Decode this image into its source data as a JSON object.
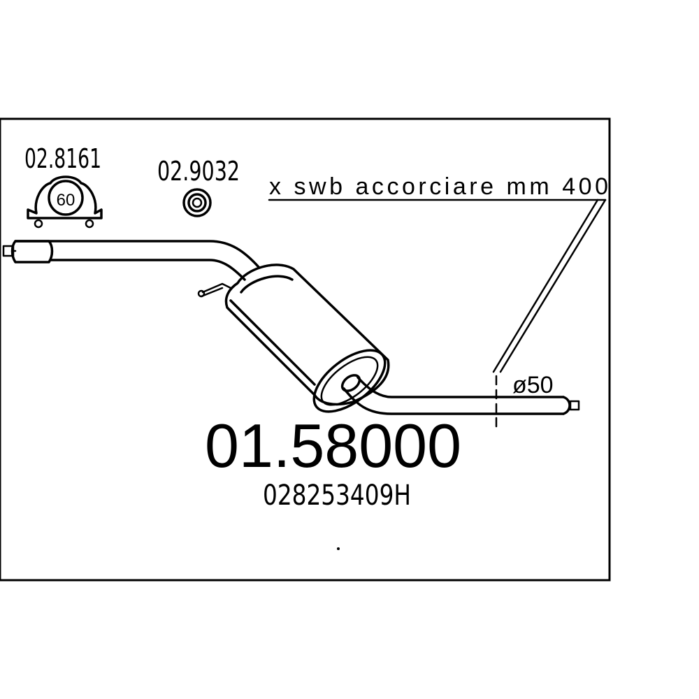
{
  "parts": {
    "clamp": {
      "code": "02.8161",
      "size": "60",
      "icon": "exhaust-clamp-icon"
    },
    "ring": {
      "code": "02.9032",
      "icon": "gasket-ring-icon"
    }
  },
  "annotation": {
    "text": "x swb accorciare mm 400"
  },
  "diameter": {
    "label": "ø50"
  },
  "product": {
    "number": "01.58000",
    "oem": "028253409H"
  },
  "colors": {
    "ink": "#000000",
    "background": "#ffffff"
  }
}
